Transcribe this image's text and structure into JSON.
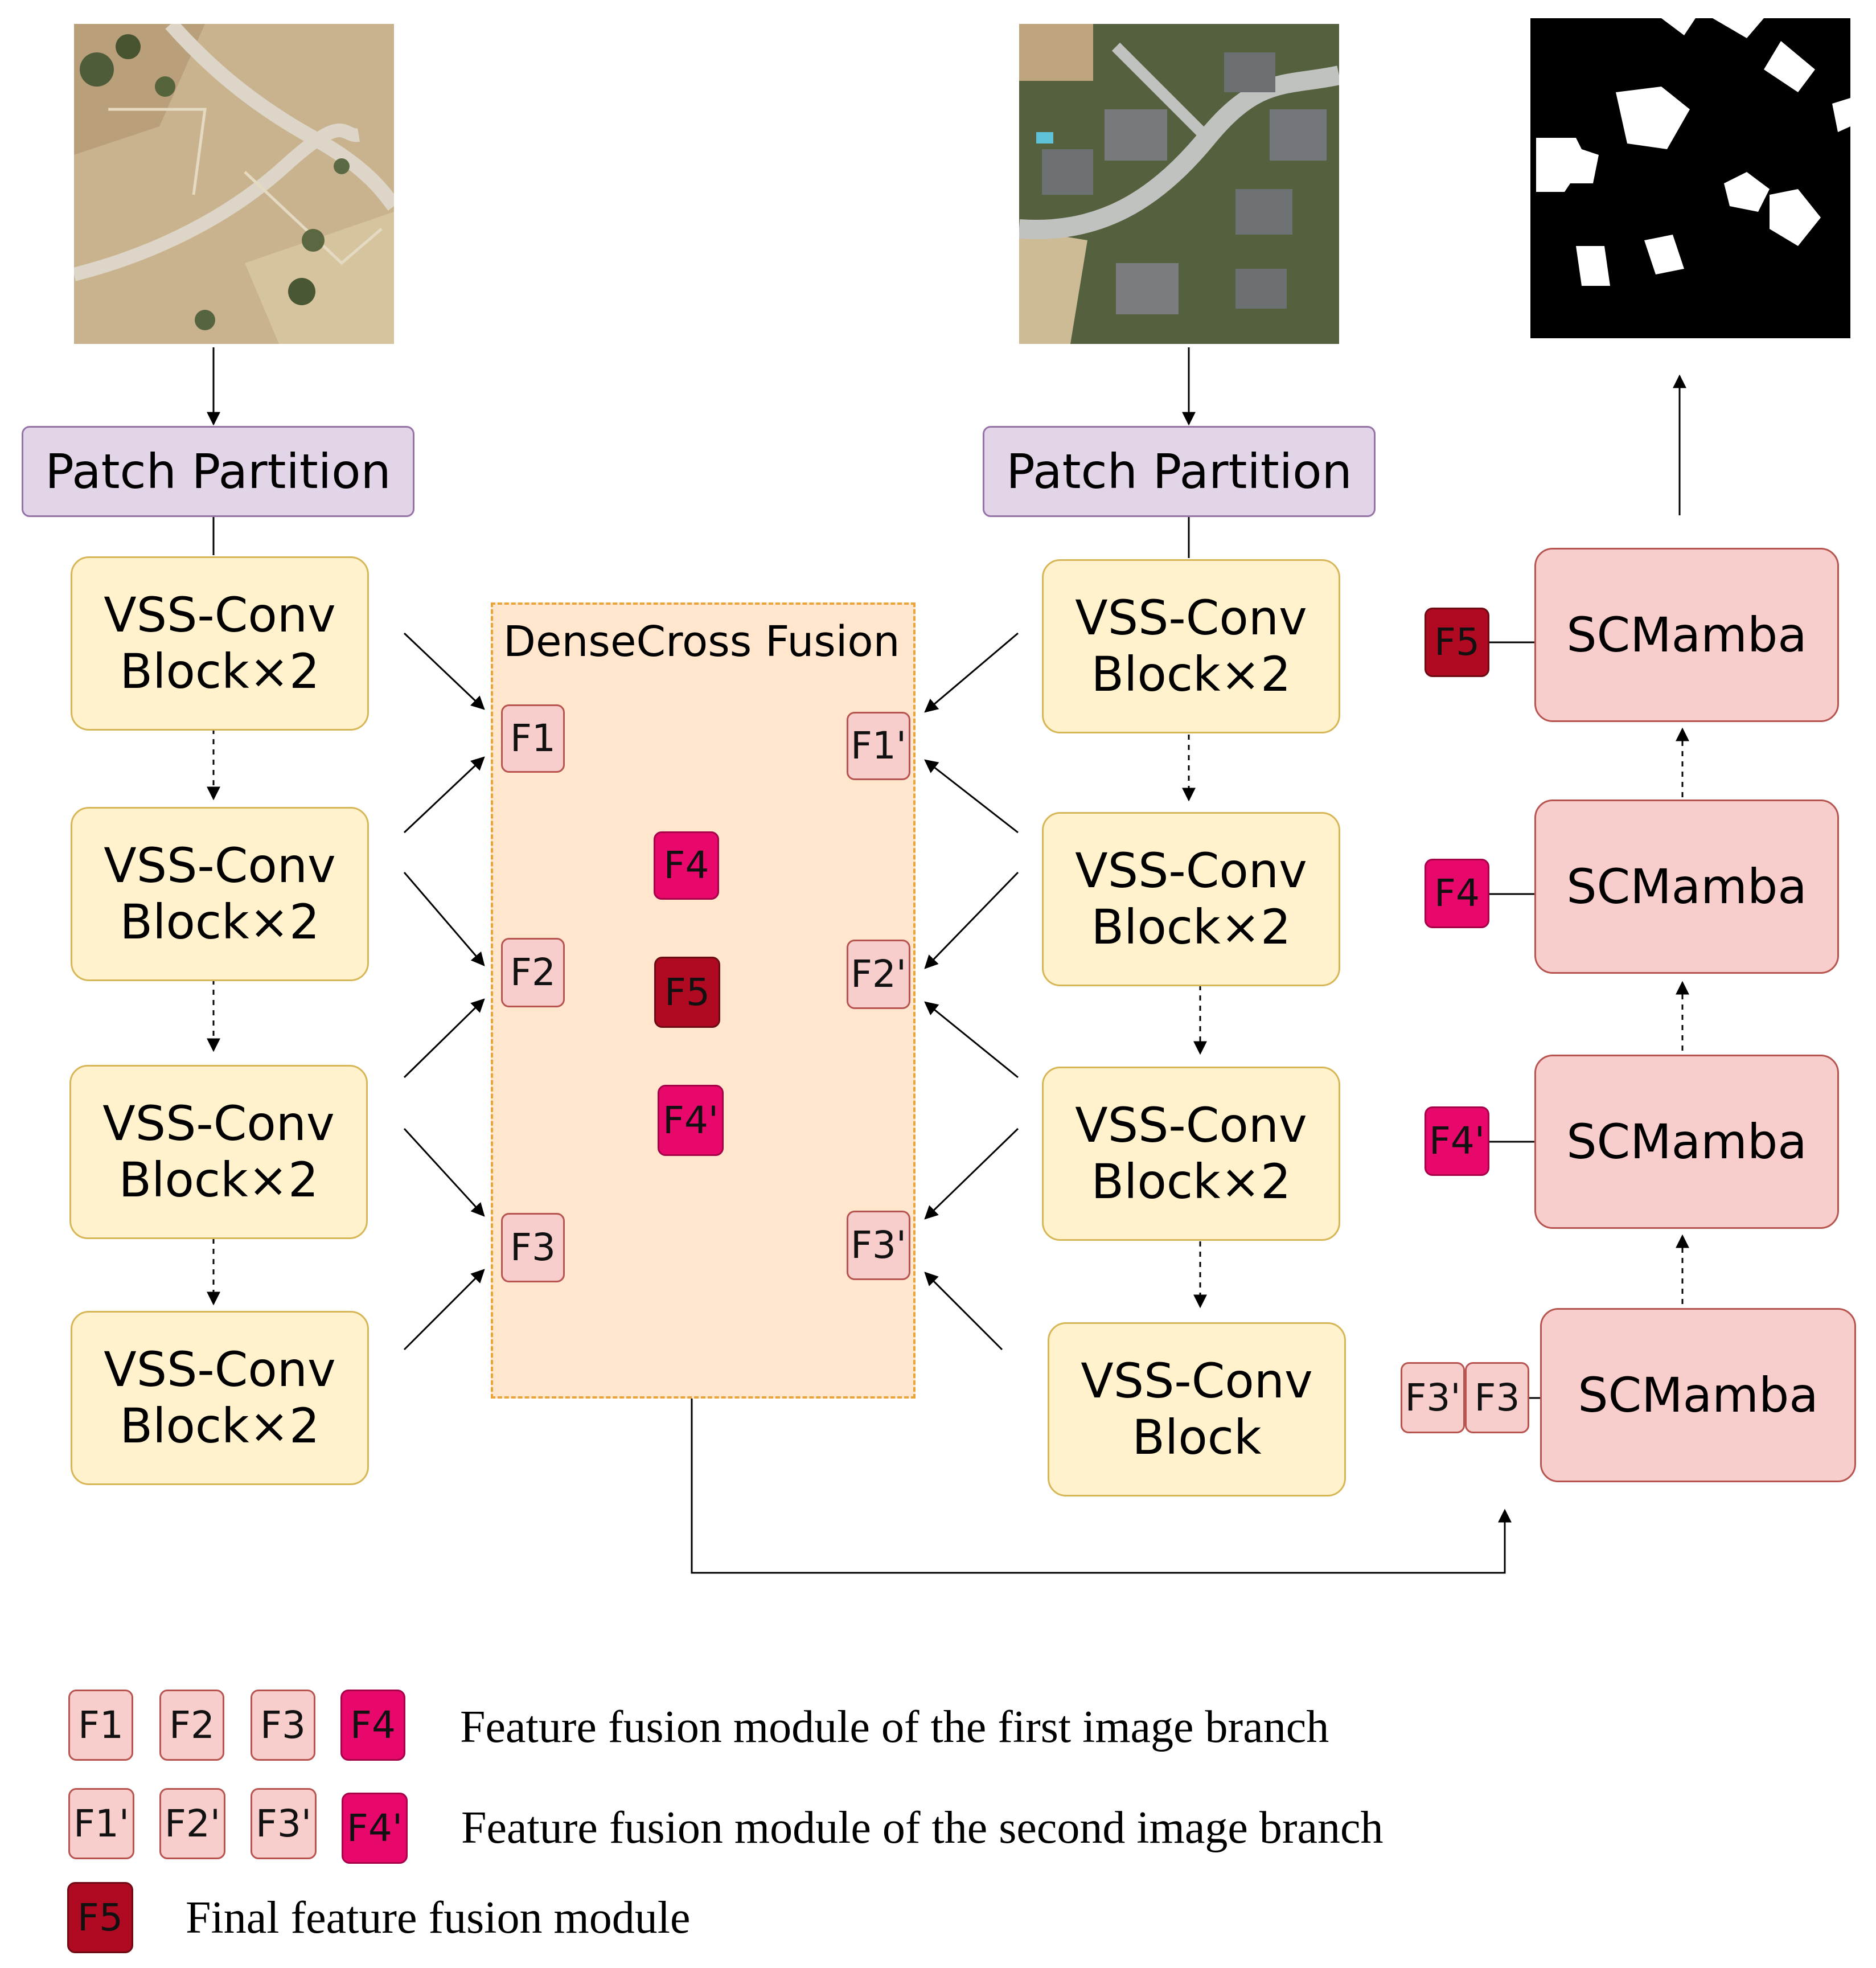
{
  "inputs": {
    "patch_left": "Patch Partition",
    "patch_right": "Patch Partition"
  },
  "fusion": {
    "title": "DenseCross Fusion",
    "f1": "F1",
    "f2": "F2",
    "f3": "F3",
    "f1p": "F1'",
    "f2p": "F2'",
    "f3p": "F3'",
    "f4": "F4",
    "f4p": "F4'",
    "f5": "F5"
  },
  "encoder_left": [
    [
      "VSS-Conv",
      "Block×2"
    ],
    [
      "VSS-Conv",
      "Block×2"
    ],
    [
      "VSS-Conv",
      "Block×2"
    ],
    [
      "VSS-Conv",
      "Block×2"
    ]
  ],
  "encoder_right": [
    [
      "VSS-Conv",
      "Block×2"
    ],
    [
      "VSS-Conv",
      "Block×2"
    ],
    [
      "VSS-Conv",
      "Block×2"
    ],
    [
      "VSS-Conv",
      "Block"
    ]
  ],
  "decoder": {
    "blocks": [
      "SCMamba",
      "SCMamba",
      "SCMamba",
      "SCMamba"
    ],
    "inputs": [
      "F5",
      "F4",
      "F4'",
      "F3'",
      "F3"
    ]
  },
  "legend": {
    "row1": {
      "items": [
        "F1",
        "F2",
        "F3",
        "F4"
      ],
      "text": "Feature fusion module of the first image branch"
    },
    "row2": {
      "items": [
        "F1'",
        "F2'",
        "F3'",
        "F4'"
      ],
      "text": "Feature fusion module of the second image branch"
    },
    "row3": {
      "items": [
        "F5"
      ],
      "text": "Final feature fusion module"
    }
  },
  "colors": {
    "patch_fill": "#e1d5e7",
    "vss_fill": "#fff2cc",
    "scmamba_fill": "#f8cecc",
    "fusion_fill": "#ffe6cc",
    "f_light": "#f8cecc",
    "f_magenta": "#e8086c",
    "f_dark": "#b00a22"
  }
}
